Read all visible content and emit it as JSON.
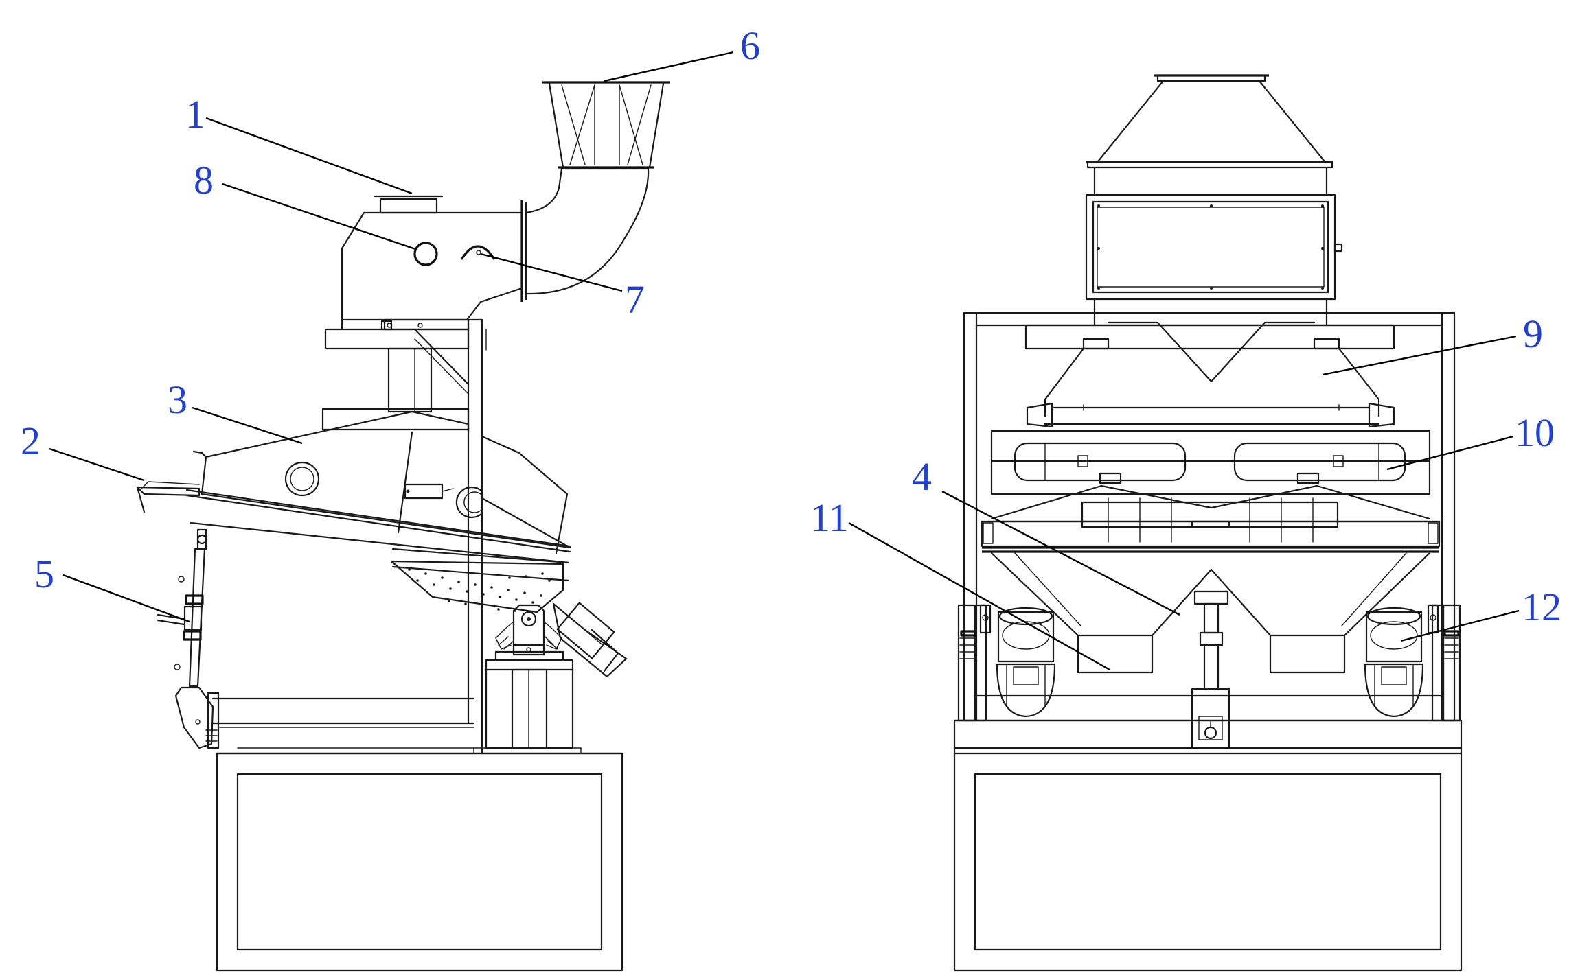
{
  "labels": [
    {
      "id": "1",
      "text": "1",
      "color": "#1f3fd8"
    },
    {
      "id": "2",
      "text": "2",
      "color": "#1f3fd8"
    },
    {
      "id": "3",
      "text": "3",
      "color": "#1f3fd8"
    },
    {
      "id": "4",
      "text": "4",
      "color": "#1f3fd8"
    },
    {
      "id": "5",
      "text": "5",
      "color": "#1f3fd8"
    },
    {
      "id": "6",
      "text": "6",
      "color": "#1f3fd8"
    },
    {
      "id": "7",
      "text": "7",
      "color": "#1f3fd8"
    },
    {
      "id": "8",
      "text": "8",
      "color": "#1f3fd8"
    },
    {
      "id": "9",
      "text": "9",
      "color": "#1f3fd8"
    },
    {
      "id": "10",
      "text": "10",
      "color": "#1f3fd8"
    },
    {
      "id": "11",
      "text": "11",
      "color": "#1f3fd8"
    },
    {
      "id": "12",
      "text": "12",
      "color": "#1f3fd8"
    }
  ]
}
